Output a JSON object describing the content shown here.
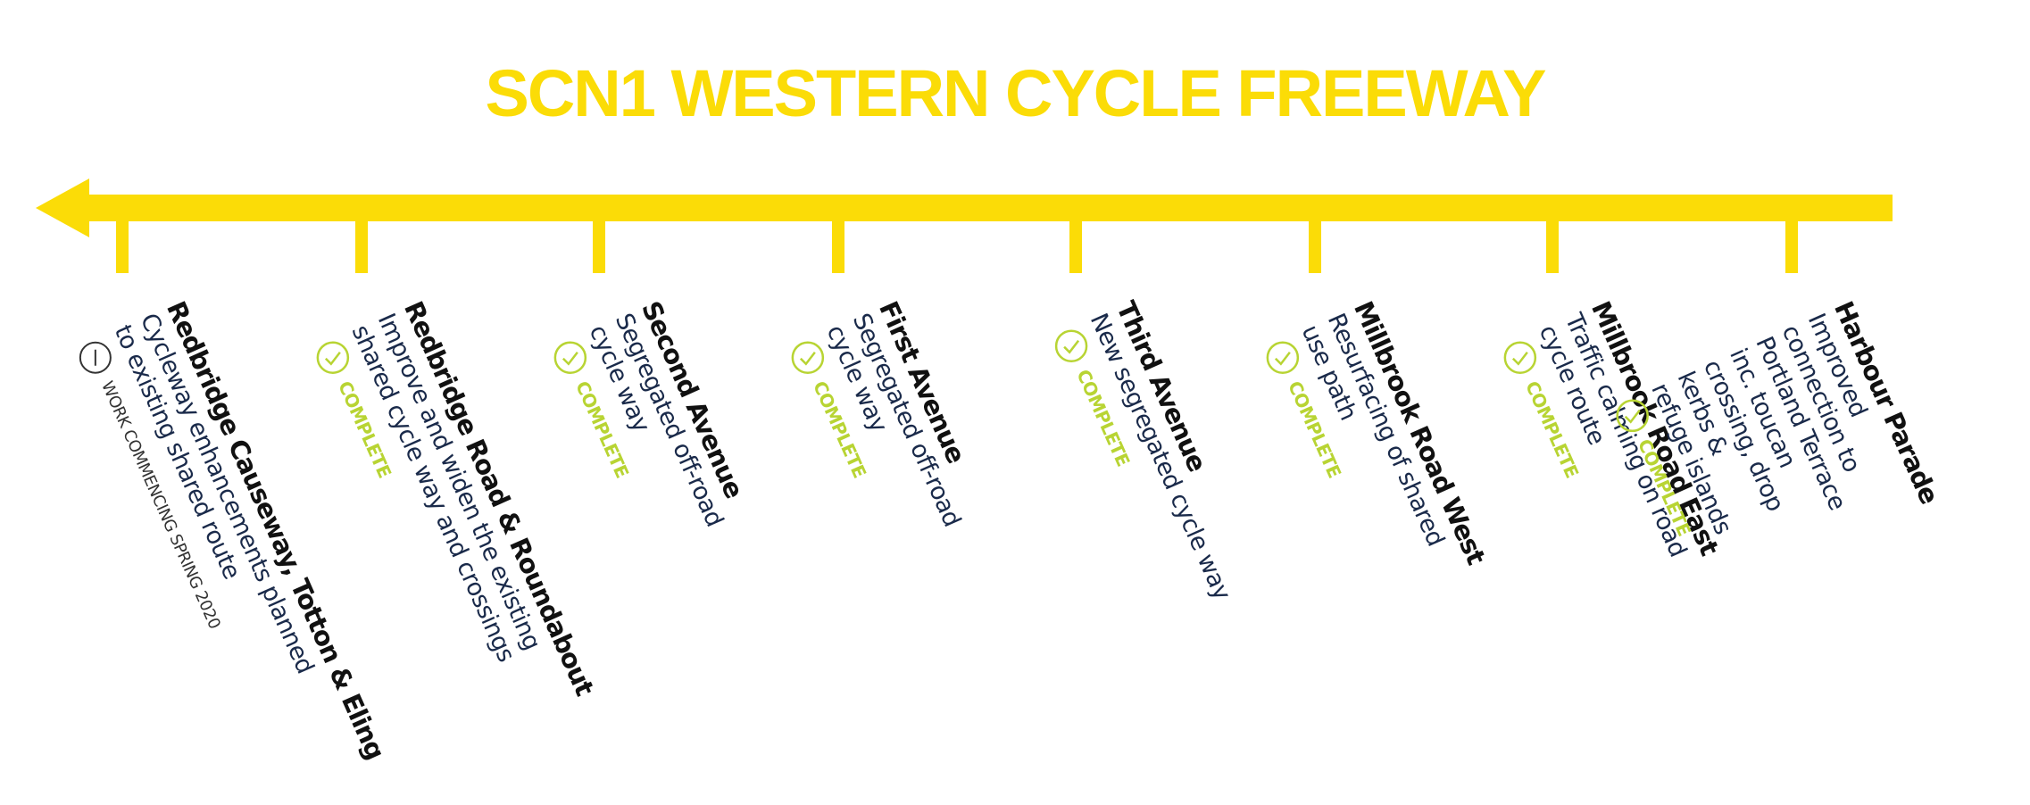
{
  "title": "SCN1 WESTERN CYCLE FREEWAY",
  "colors": {
    "accent": "#fbdc07",
    "complete": "#b8d433",
    "name": "#111111",
    "description": "#1a2a4a"
  },
  "stops": [
    {
      "name": "Redbridge Causeway, Totton & Eling",
      "description": "Cycleway enhancements planned\nto existing shared route",
      "status": "WORK COMMENCING SPRING 2020",
      "status_icon": "dash-circle-icon"
    },
    {
      "name": "Redbridge Road & Roundabout",
      "description": "Improve and widen the existing\nshared cycle way and crossings",
      "status": "COMPLETE",
      "status_icon": "check-circle-icon"
    },
    {
      "name": "Second Avenue",
      "description": "Segregated off-road\ncycle way",
      "status": "COMPLETE",
      "status_icon": "check-circle-icon"
    },
    {
      "name": "First Avenue",
      "description": "Segregated off-road\ncycle way",
      "status": "COMPLETE",
      "status_icon": "check-circle-icon"
    },
    {
      "name": "Third Avenue",
      "description": "New segregated cycle way",
      "status": "COMPLETE",
      "status_icon": "check-circle-icon"
    },
    {
      "name": "Millbrook Road West",
      "description": "Resurfacing of shared\nuse path",
      "status": "COMPLETE",
      "status_icon": "check-circle-icon"
    },
    {
      "name": "Millbrook Road East",
      "description": "Traffic calming on road\ncycle route",
      "status": "COMPLETE",
      "status_icon": "check-circle-icon"
    },
    {
      "name": "Harbour Parade",
      "description": "Improved connection to\nPortland Terrace inc. toucan\ncrossing, drop kerbs &\nrefuge islands",
      "status": "COMPLETE",
      "status_icon": "check-circle-icon"
    }
  ]
}
